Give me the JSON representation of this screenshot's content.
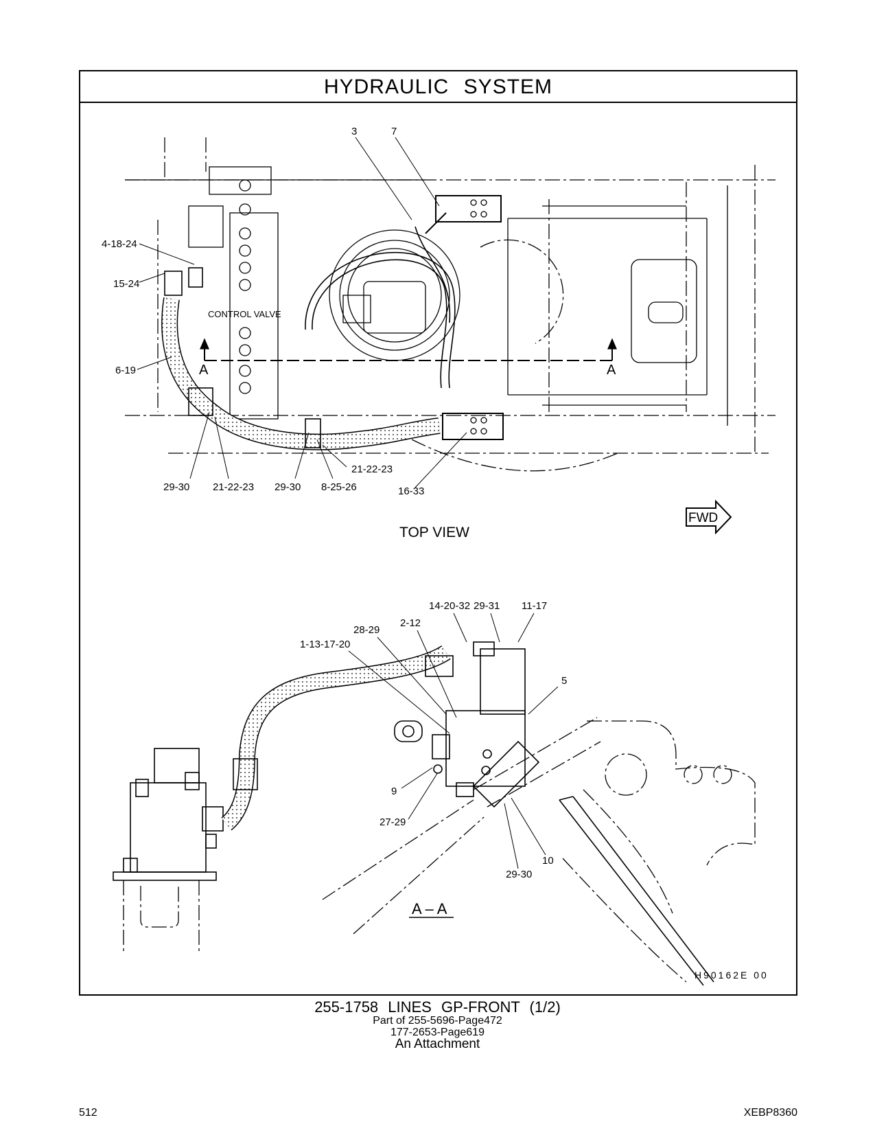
{
  "title": "HYDRAULIC SYSTEM",
  "top_view": {
    "label": "TOP VIEW",
    "control_valve_label": "CONTROL VALVE",
    "section_marker": "A",
    "fwd_label": "FWD",
    "callouts": [
      "3",
      "7",
      "4-18-24",
      "15-24",
      "6-19",
      "29-30",
      "21-22-23",
      "29-30",
      "8-25-26",
      "21-22-23",
      "16-33"
    ]
  },
  "section_view": {
    "label": "A – A",
    "callouts": [
      "14-20-32",
      "29-31",
      "11-17",
      "2-12",
      "28-29",
      "1-13-17-20",
      "5",
      "9",
      "27-29",
      "10",
      "29-30"
    ]
  },
  "drawing_code": "H90162E    00",
  "caption": {
    "main": "255-1758 LINES GP-FRONT (1/2)",
    "line1": "Part of 255-5696-Page472",
    "line2": "177-2653-Page619",
    "line3": "An Attachment"
  },
  "page_number": "512",
  "document_code": "XEBP8360"
}
